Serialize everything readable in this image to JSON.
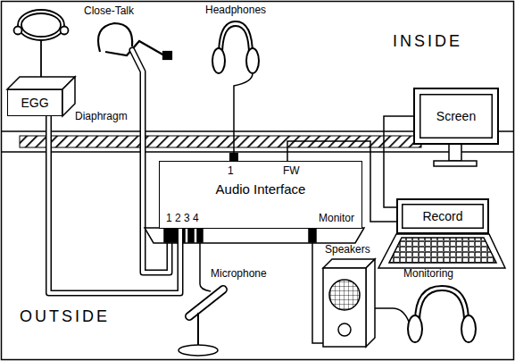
{
  "diagram": {
    "nodes": [
      {
        "text": [
          "EGG"
        ]
      },
      {
        "text": [
          "1",
          "FW",
          "Audio Interface",
          "1 2 3 4",
          "Monitor"
        ]
      },
      {
        "text": [
          "Screen"
        ]
      },
      {
        "text": [
          "Record"
        ]
      }
    ],
    "edges": [
      {
        "from": 0,
        "to": 1,
        "arrow": "none"
      },
      {
        "from": 1,
        "to": 3,
        "arrow": "none"
      },
      {
        "from": 2,
        "to": 3,
        "arrow": "none"
      }
    ],
    "labels": [
      "Close-Talk",
      "Headphones",
      "INSIDE",
      "Diaphragm",
      "Microphone",
      "Speakers",
      "Monitoring",
      "OUTSIDE"
    ]
  }
}
